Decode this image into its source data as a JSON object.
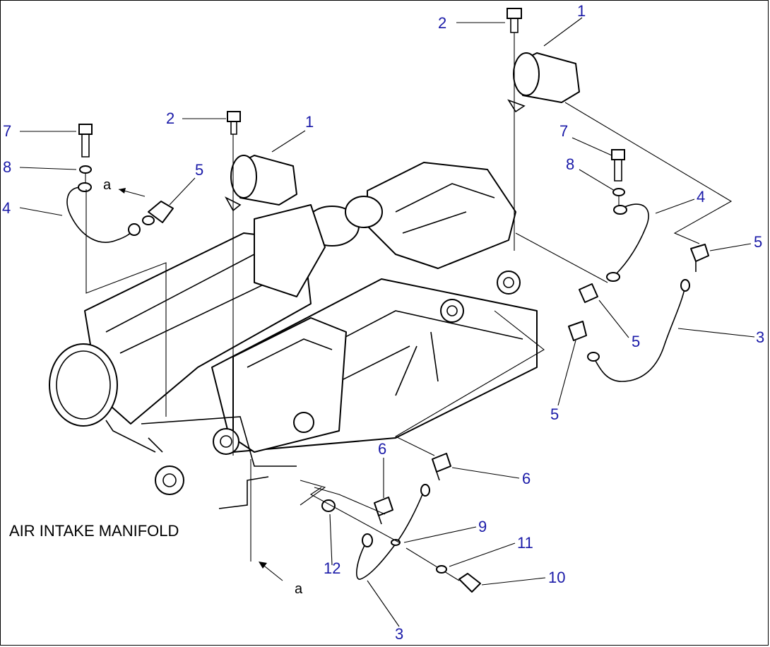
{
  "caption": "AIR INTAKE MANIFOLD",
  "reference_letter": "a",
  "callouts": [
    {
      "id": "c1a",
      "label": "1"
    },
    {
      "id": "c1b",
      "label": "1"
    },
    {
      "id": "c2a",
      "label": "2"
    },
    {
      "id": "c2b",
      "label": "2"
    },
    {
      "id": "c3a",
      "label": "3"
    },
    {
      "id": "c3b",
      "label": "3"
    },
    {
      "id": "c4a",
      "label": "4"
    },
    {
      "id": "c4b",
      "label": "4"
    },
    {
      "id": "c5a",
      "label": "5"
    },
    {
      "id": "c5b",
      "label": "5"
    },
    {
      "id": "c5c",
      "label": "5"
    },
    {
      "id": "c5d",
      "label": "5"
    },
    {
      "id": "c6a",
      "label": "6"
    },
    {
      "id": "c6b",
      "label": "6"
    },
    {
      "id": "c7a",
      "label": "7"
    },
    {
      "id": "c7b",
      "label": "7"
    },
    {
      "id": "c8a",
      "label": "8"
    },
    {
      "id": "c8b",
      "label": "8"
    },
    {
      "id": "c9",
      "label": "9"
    },
    {
      "id": "c10",
      "label": "10"
    },
    {
      "id": "c11",
      "label": "11"
    },
    {
      "id": "c12",
      "label": "12"
    }
  ],
  "colors": {
    "callout": "#1a1aa8",
    "line": "#000000"
  }
}
